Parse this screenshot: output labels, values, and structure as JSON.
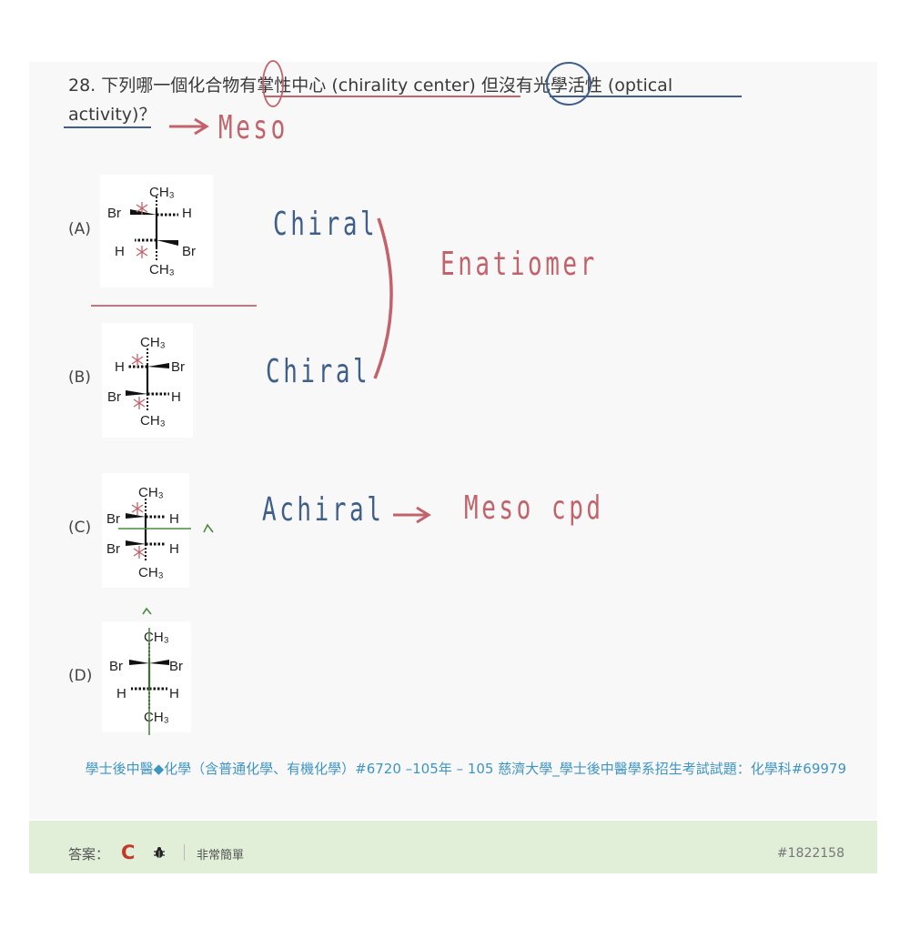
{
  "question": {
    "number": "28.",
    "text_before": "下列哪一個化合物",
    "text_circled_1": "有",
    "text_middle": "掌性中心 (chirality center) 但",
    "text_circled_2": "沒有",
    "text_after": "光學活性 (optical activity)？"
  },
  "options": [
    {
      "label": "(A)",
      "top": "CH₃",
      "left1": "Br",
      "right1": "H",
      "left2": "H",
      "right2": "Br",
      "bottom": "CH₃"
    },
    {
      "label": "(B)",
      "top": "CH₃",
      "left1": "H",
      "right1": "Br",
      "left2": "Br",
      "right2": "H",
      "bottom": "CH₃"
    },
    {
      "label": "(C)",
      "top": "CH₃",
      "left1": "Br",
      "right1": "H",
      "left2": "Br",
      "right2": "H",
      "bottom": "CH₃"
    },
    {
      "label": "(D)",
      "top": "CH₃",
      "left1": "Br",
      "right1": "Br",
      "left2": "H",
      "right2": "H",
      "bottom": "CH₃"
    }
  ],
  "annotations": {
    "meso": "Meso",
    "chiral_a": "Chiral",
    "chiral_b": "Chiral",
    "enantiomer": "Enatiomer",
    "achiral": "Achiral",
    "meso_cpd": "Meso  cpd"
  },
  "source": "學士後中醫◆化學（含普通化學、有機化學）#6720 –105年 – 105 慈濟大學_學士後中醫學系招生考試試題：化學科#69979",
  "answer": {
    "label": "答案：",
    "value": "C",
    "difficulty": "非常簡單",
    "question_id": "#1822158"
  },
  "colors": {
    "handwriting_blue": "#3f5f8a",
    "handwriting_red": "#c2626a",
    "mirror_green": "#4b8a3e",
    "source_link": "#3f95c2",
    "answer_red": "#c0392b",
    "footer_bg": "#e1eed8"
  }
}
